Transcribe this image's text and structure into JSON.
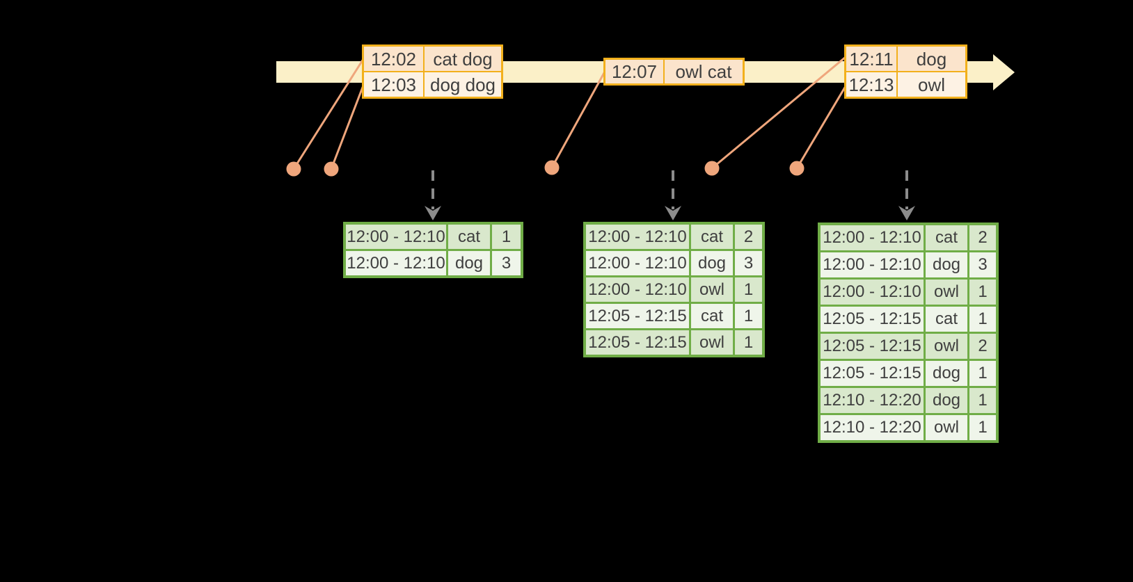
{
  "colors": {
    "background": "#000000",
    "timeline": "#FBF0C8",
    "gold_border": "#F2B01C",
    "orange_row_dark": "#FBE4CC",
    "orange_row_light": "#FDF2E4",
    "salmon": "#EFA67C",
    "gray_arrow": "#8C8C8C",
    "green_border": "#70AD47",
    "green_row_dark": "#D9E8CC",
    "green_row_light": "#EFF5EA",
    "text": "#3F3F3F"
  },
  "input_tables": [
    {
      "rows": [
        {
          "time": "12:02",
          "words": "cat dog"
        },
        {
          "time": "12:03",
          "words": "dog dog"
        }
      ]
    },
    {
      "rows": [
        {
          "time": "12:07",
          "words": "owl cat"
        }
      ]
    },
    {
      "rows": [
        {
          "time": "12:11",
          "words": "dog"
        },
        {
          "time": "12:13",
          "words": "owl"
        }
      ]
    }
  ],
  "result_tables": [
    {
      "rows": [
        {
          "window": "12:00 - 12:10",
          "word": "cat",
          "count": "1"
        },
        {
          "window": "12:00 - 12:10",
          "word": "dog",
          "count": "3"
        }
      ]
    },
    {
      "rows": [
        {
          "window": "12:00 - 12:10",
          "word": "cat",
          "count": "2"
        },
        {
          "window": "12:00 - 12:10",
          "word": "dog",
          "count": "3"
        },
        {
          "window": "12:00 - 12:10",
          "word": "owl",
          "count": "1"
        },
        {
          "window": "12:05 - 12:15",
          "word": "cat",
          "count": "1"
        },
        {
          "window": "12:05 - 12:15",
          "word": "owl",
          "count": "1"
        }
      ]
    },
    {
      "rows": [
        {
          "window": "12:00 - 12:10",
          "word": "cat",
          "count": "2"
        },
        {
          "window": "12:00 - 12:10",
          "word": "dog",
          "count": "3"
        },
        {
          "window": "12:00 - 12:10",
          "word": "owl",
          "count": "1"
        },
        {
          "window": "12:05 - 12:15",
          "word": "cat",
          "count": "1"
        },
        {
          "window": "12:05 - 12:15",
          "word": "owl",
          "count": "2"
        },
        {
          "window": "12:05 - 12:15",
          "word": "dog",
          "count": "1"
        },
        {
          "window": "12:10 - 12:20",
          "word": "dog",
          "count": "1"
        },
        {
          "window": "12:10 - 12:20",
          "word": "owl",
          "count": "1"
        }
      ]
    }
  ]
}
